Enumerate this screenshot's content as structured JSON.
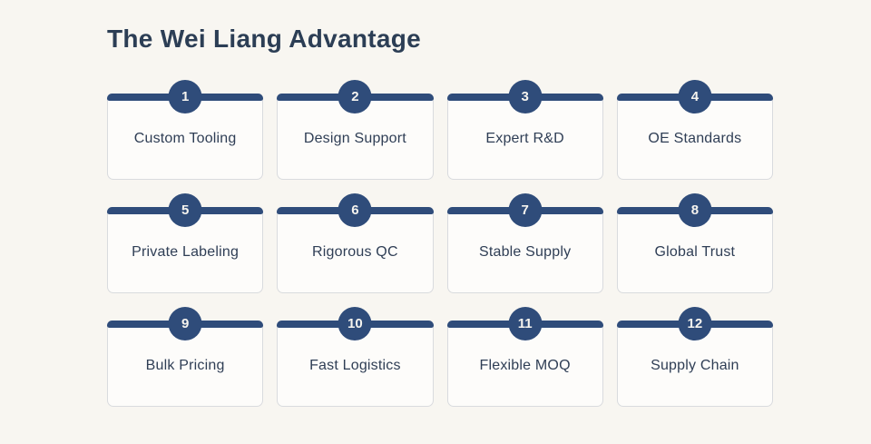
{
  "page": {
    "title": "The Wei Liang Advantage"
  },
  "colors": {
    "background": "#F8F6F1",
    "accent_navy": "#2F4C7A",
    "title_text": "#2C3E55",
    "card_background": "#FDFCFA",
    "card_border": "#D9DBDE",
    "label_text": "#2F3E55",
    "badge_number_text": "#F6F4EF"
  },
  "cards": [
    {
      "number": "1",
      "label": "Custom Tooling"
    },
    {
      "number": "2",
      "label": "Design Support"
    },
    {
      "number": "3",
      "label": "Expert R&D"
    },
    {
      "number": "4",
      "label": "OE Standards"
    },
    {
      "number": "5",
      "label": "Private Labeling"
    },
    {
      "number": "6",
      "label": "Rigorous QC"
    },
    {
      "number": "7",
      "label": "Stable Supply"
    },
    {
      "number": "8",
      "label": "Global Trust"
    },
    {
      "number": "9",
      "label": "Bulk Pricing"
    },
    {
      "number": "10",
      "label": "Fast Logistics"
    },
    {
      "number": "11",
      "label": "Flexible MOQ"
    },
    {
      "number": "12",
      "label": "Supply Chain"
    }
  ]
}
